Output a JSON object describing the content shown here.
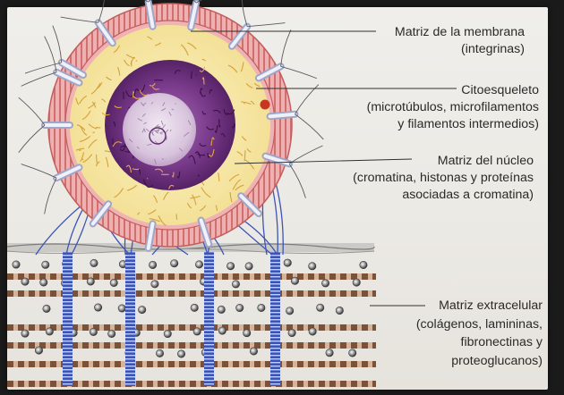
{
  "labels": {
    "membrana": [
      "Matriz de la membrana",
      "(integrinas)"
    ],
    "citoesqueleto": [
      "Citoesqueleto",
      "(microtúbulos, microfilamentos",
      "y filamentos intermedios)"
    ],
    "nucleo": [
      "Matriz del núcleo",
      "(cromatina, histonas y proteínas",
      "asociadas a cromatina)"
    ],
    "extracelular": [
      "Matriz extracelular",
      "(colágenos, lamininas,",
      "fibronectinas y",
      "proteoglucanos)"
    ]
  },
  "colors": {
    "membrane": "#e58a8a",
    "cytoplasm": "#f6e9a8",
    "nucleus": "#6a2d7a",
    "nucleolus": "#d9c6de",
    "fibers": "#3c53b4",
    "collagen": "#a5795a"
  }
}
